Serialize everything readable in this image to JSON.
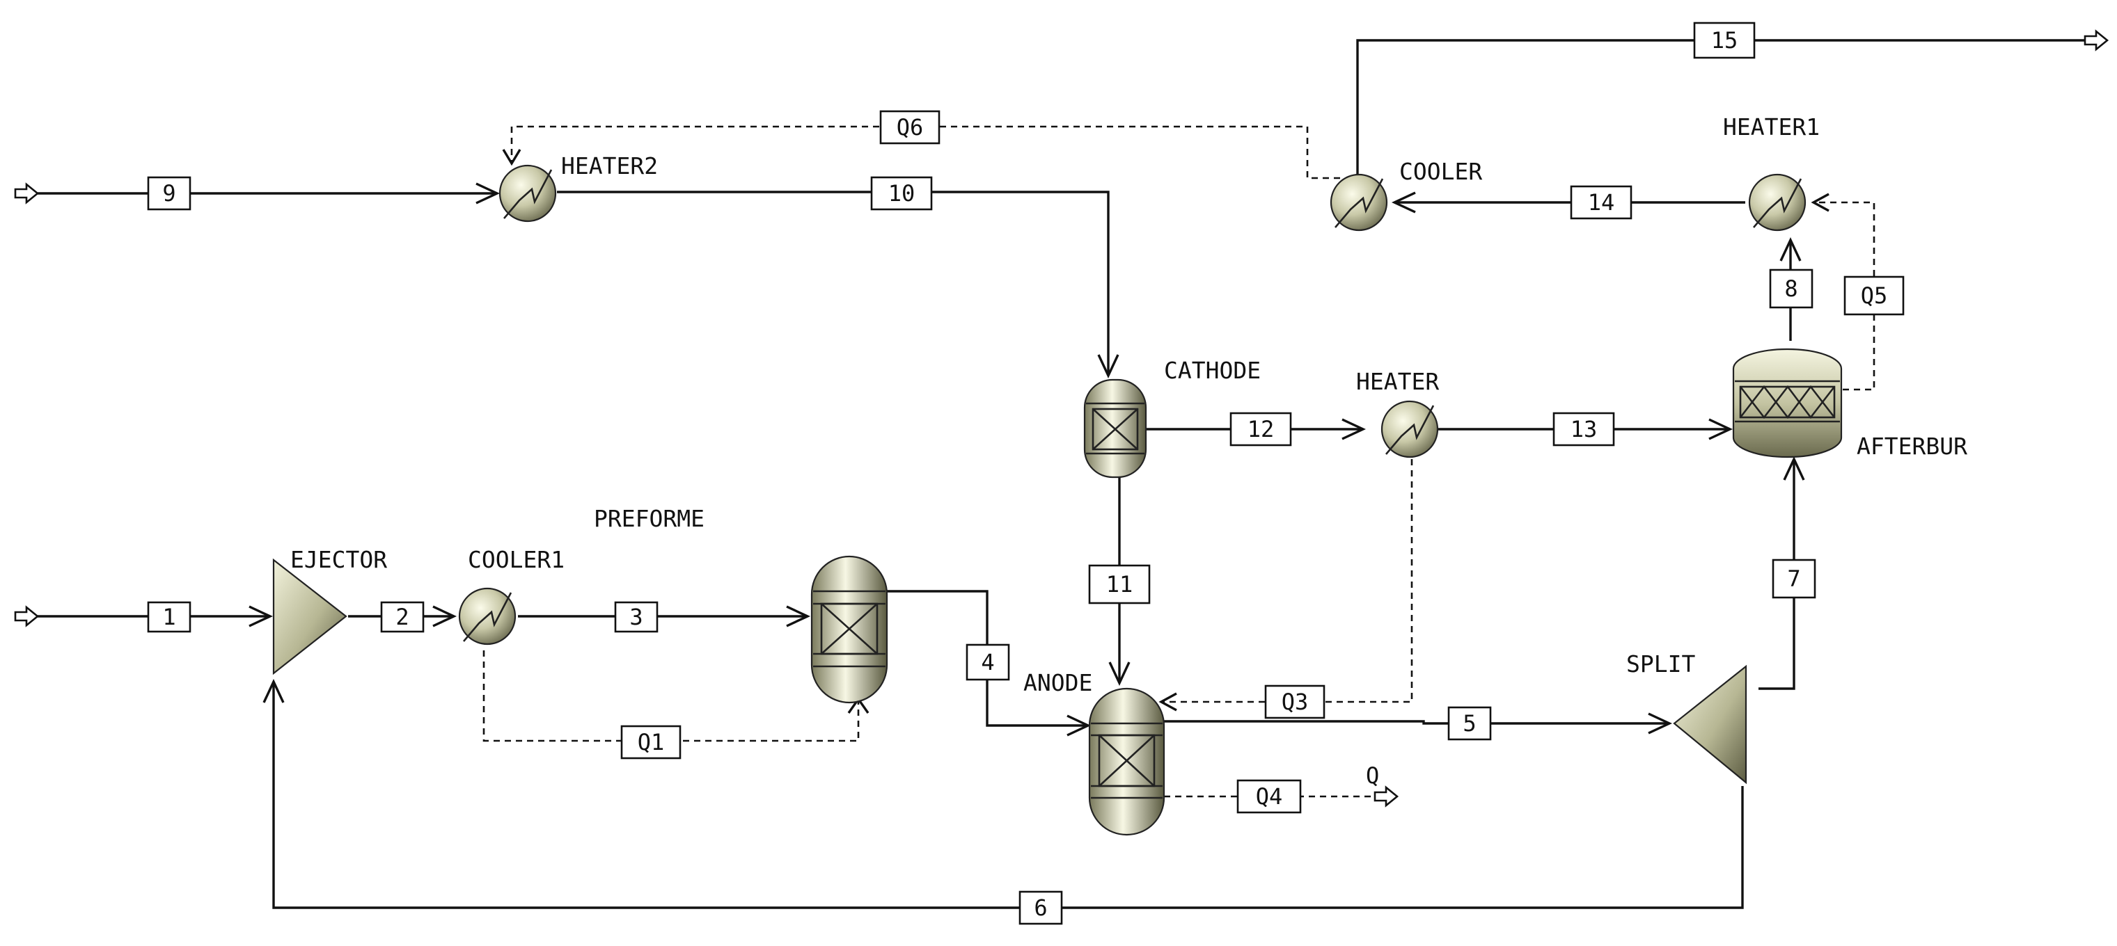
{
  "blocks": {
    "ejector": "EJECTOR",
    "cooler1": "COOLER1",
    "preforme": "PREFORME",
    "heater2": "HEATER2",
    "cathode": "CATHODE",
    "heater": "HEATER",
    "anode": "ANODE",
    "split": "SPLIT",
    "afterbur": "AFTERBUR",
    "heater1": "HEATER1",
    "cooler": "COOLER"
  },
  "streams": {
    "s1": "1",
    "s2": "2",
    "s3": "3",
    "s4": "4",
    "s5": "5",
    "s6": "6",
    "s7": "7",
    "s8": "8",
    "s9": "9",
    "s10": "10",
    "s11": "11",
    "s12": "12",
    "s13": "13",
    "s14": "14",
    "s15": "15"
  },
  "heat_streams": {
    "q1": "Q1",
    "q3": "Q3",
    "q4": "Q4",
    "q5": "Q5",
    "q6": "Q6",
    "q_out": "Q"
  }
}
